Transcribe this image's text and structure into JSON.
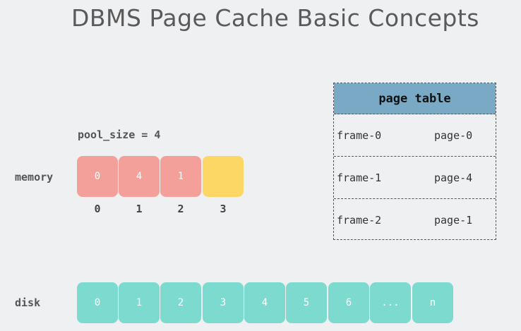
{
  "title": "DBMS Page Cache Basic Concepts",
  "pool_size_label": "pool_size = 4",
  "memory": {
    "label": "memory",
    "cells": [
      {
        "value": "0",
        "state": "used"
      },
      {
        "value": "4",
        "state": "used"
      },
      {
        "value": "1",
        "state": "used"
      },
      {
        "value": "",
        "state": "free"
      }
    ],
    "indices": [
      "0",
      "1",
      "2",
      "3"
    ]
  },
  "page_table": {
    "header": "page table",
    "rows": [
      {
        "frame": "frame-0",
        "page": "page-0"
      },
      {
        "frame": "frame-1",
        "page": "page-4"
      },
      {
        "frame": "frame-2",
        "page": "page-1"
      }
    ]
  },
  "disk": {
    "label": "disk",
    "cells": [
      "0",
      "1",
      "2",
      "3",
      "4",
      "5",
      "6",
      "...",
      "n"
    ]
  },
  "colors": {
    "used": "#f4a09a",
    "free": "#fdd766",
    "disk": "#7ddacf",
    "page_table_header": "#79a9c4",
    "background": "#eff0f2"
  }
}
